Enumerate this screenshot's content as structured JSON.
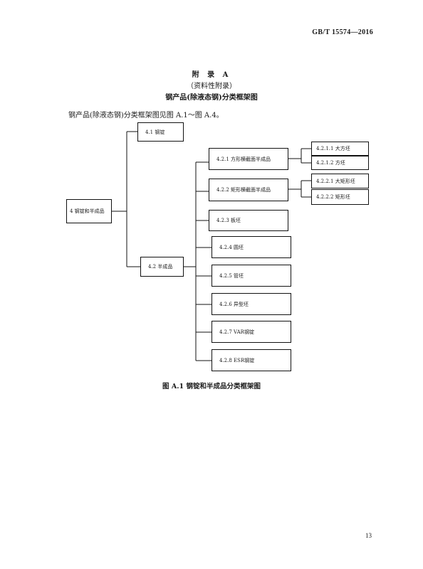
{
  "header": {
    "standard_code": "GB/T 15574—2016"
  },
  "annex": {
    "title": "附 录 A",
    "type": "（资料性附录）",
    "name": "钢产品(除液态钢)分类框架图"
  },
  "intro_text": "钢产品(除液态钢)分类框架图见图 A.1～图 A.4。",
  "diagram": {
    "root": "4 钢锭和半成品",
    "level1": [
      "4.1 钢锭",
      "4.2 半成品"
    ],
    "level2": [
      "4.2.1 方形横截面半成品",
      "4.2.2 矩形横截面半成品",
      "4.2.3 板坯",
      "4.2.4 圆坯",
      "4.2.5 管坯",
      "4.2.6 异型坯",
      "4.2.7 VAR钢锭",
      "4.2.8 ESR钢锭"
    ],
    "level3": [
      "4.2.1.1 大方坯",
      "4.2.1.2 方坯",
      "4.2.2.1 大矩形坯",
      "4.2.2.2 矩形坯"
    ]
  },
  "figure_caption": "图 A.1  钢锭和半成品分类框架图",
  "page_number": "13"
}
